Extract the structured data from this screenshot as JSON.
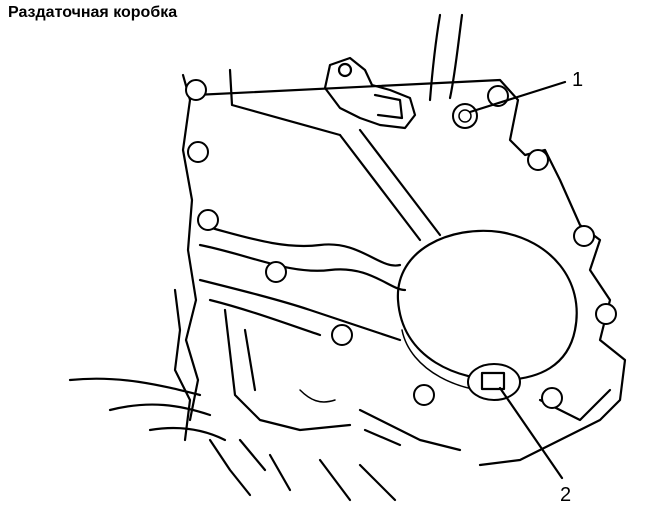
{
  "title": "Раздаточная коробка",
  "callouts": [
    {
      "id": "1",
      "label": "1"
    },
    {
      "id": "2",
      "label": "2"
    }
  ],
  "colors": {
    "line": "#000000",
    "background": "#ffffff"
  }
}
